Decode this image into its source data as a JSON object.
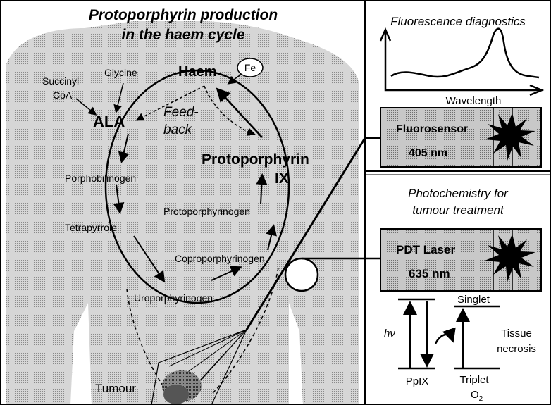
{
  "left_panel": {
    "title_line1": "Protoporphyrin production",
    "title_line2": "in the haem cycle",
    "labels": {
      "succinyl": "Succinyl",
      "coa": "CoA",
      "glycine": "Glycine",
      "ala": "ALA",
      "haem": "Haem",
      "fe": "Fe",
      "feed": "Feed-",
      "back": "back",
      "protoporphyrin": "Protoporphyrin",
      "ix": "IX",
      "porphobilinogen": "Porphobilinogen",
      "protoporphyrinogen": "Protoporphyrinogen",
      "tetrapyrrole": "Tetrapyrrole",
      "coproporphyrinogen": "Coproporphyrinogen",
      "uroporphyrinogen": "Uroporphyrinogen",
      "tumour": "Tumour"
    }
  },
  "top_right_panel": {
    "title": "Fluorescence diagnostics",
    "xlabel": "Wavelength",
    "device_name": "Fluorosensor",
    "device_wavelength": "405 nm"
  },
  "bottom_right_panel": {
    "title_line1": "Photochemistry for",
    "title_line2": "tumour treatment",
    "device_name": "PDT Laser",
    "device_wavelength": "635 nm",
    "singlet": "Singlet",
    "hv": "hν",
    "tissue": "Tissue",
    "necrosis": "necrosis",
    "ppix": "PpIX",
    "triplet": "Triplet",
    "o2": "O",
    "o2_sub": "2"
  },
  "colors": {
    "body_fill": "#c9c9c9",
    "device_fill": "#bdbdbd",
    "line": "#000000"
  }
}
